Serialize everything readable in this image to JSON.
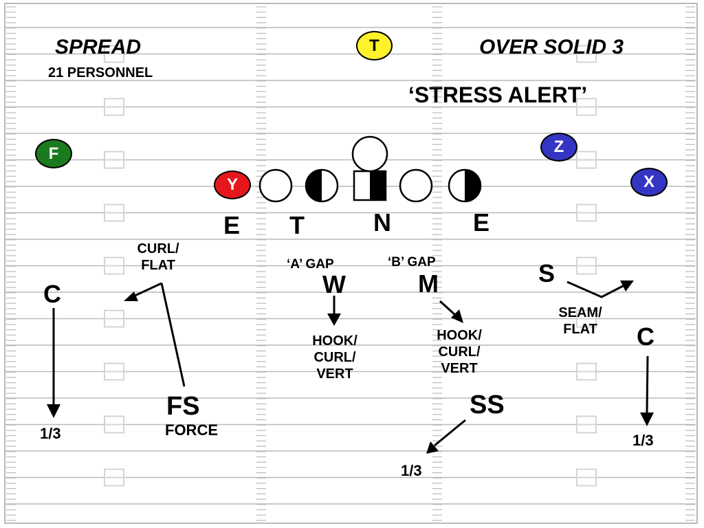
{
  "header": {
    "offense": "SPREAD",
    "personnel": "21 PERSONNEL",
    "defense": "OVER SOLID 3",
    "alert": "‘STRESS ALERT’"
  },
  "offense_players": {
    "t": "T",
    "f": "F",
    "z": "Z",
    "x": "X",
    "y": "Y"
  },
  "front": {
    "e_left": "E",
    "t": "T",
    "n": "N",
    "e_right": "E"
  },
  "assignments": {
    "curl_flat": "CURL/\nFLAT",
    "c_left": "C",
    "third_left": "1/3",
    "fs": "FS",
    "force": "FORCE",
    "a_gap": "‘A’ GAP",
    "w": "W",
    "w_drop": "HOOK/\nCURL/\nVERT",
    "b_gap": "‘B’ GAP",
    "m": "M",
    "m_drop": "HOOK/\nCURL/\nVERT",
    "s": "S",
    "seam_flat": "SEAM/\nFLAT",
    "c_right": "C",
    "third_right": "1/3",
    "ss": "SS",
    "third_middle": "1/3"
  },
  "colors": {
    "t": "#fff22a",
    "f": "#1b7a1e",
    "y": "#e5171c",
    "z": "#3535c4",
    "x": "#3535c4",
    "field_lines": "#b9b9b9",
    "yard_numbers": "#d4d4d4"
  }
}
